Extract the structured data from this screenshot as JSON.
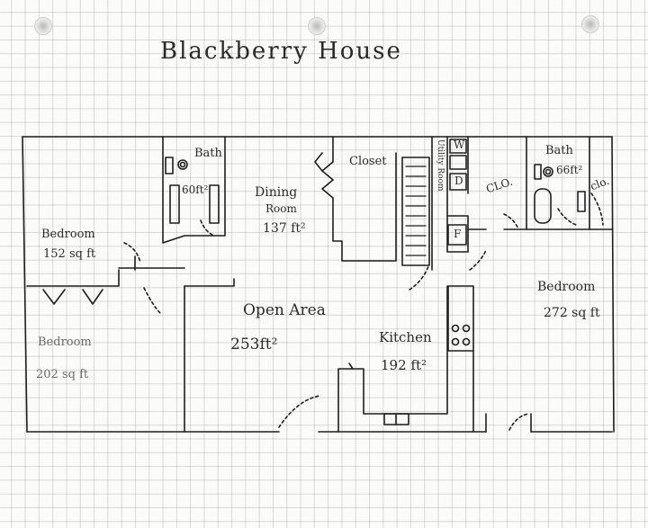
{
  "title": "Blackberry House",
  "rooms": {
    "bath_left": {
      "name": "Bath",
      "area": "60ft²"
    },
    "dining": {
      "name_line1": "Dining",
      "name_line2": "Room",
      "area": "137 ft²"
    },
    "closet": {
      "name": "Closet"
    },
    "utility": {
      "name": "Utility Room",
      "washer": "W",
      "dryer": "D",
      "furnace": "F"
    },
    "clo_mid": {
      "name": "CLO."
    },
    "bath_right": {
      "name": "Bath",
      "area": "66ft²"
    },
    "clo_right": {
      "name": "clo."
    },
    "bedroom_nw": {
      "name": "Bedroom",
      "area": "152 sq ft"
    },
    "bedroom_sw": {
      "name": "Bedroom",
      "area": "202 sq ft"
    },
    "open_area": {
      "name": "Open Area",
      "area": "253ft²"
    },
    "kitchen": {
      "name": "Kitchen",
      "area": "192 ft²"
    },
    "bedroom_east": {
      "name": "Bedroom",
      "area": "272 sq ft"
    }
  },
  "colors": {
    "ink": "#1e1e1e",
    "paper": "#fbfbf9",
    "grid": "#b4b4bc"
  }
}
